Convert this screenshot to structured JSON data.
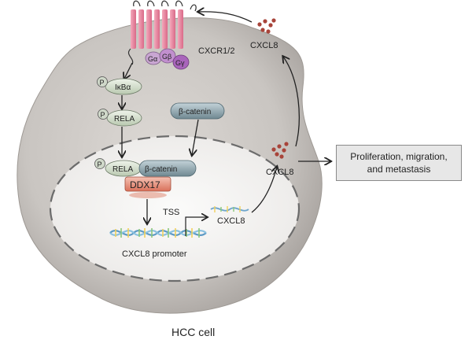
{
  "labels": {
    "receptor": "CXCR1/2",
    "g_alpha": "Gα",
    "g_beta": "Gβ",
    "g_gamma": "Gγ",
    "ikba": "IκBα",
    "rela": "RELA",
    "rela_nuclear": "RELA",
    "b_catenin": "β-catenin",
    "b_catenin_nuclear": "β-catenin",
    "ddx17": "DDX17",
    "tss": "TSS",
    "cxcl8_transcript": "CXCL8",
    "promoter": "CXCL8 promoter",
    "cxcl8_secreted": "CXCL8",
    "cxcl8_extracellular": "CXCL8",
    "phospho": "P"
  },
  "outcome": {
    "line1": "Proliferation, migration,",
    "line2": "and metastasis"
  },
  "cell_label": "HCC cell",
  "colors": {
    "cell_fill": "#c9c5c1",
    "nucleus_fill": "#f4f3f2",
    "receptor": "#e8809b",
    "g_alpha": "#c9a6d2",
    "g_beta": "#c18fce",
    "g_gamma": "#a965bb",
    "pathway_oval": "#cfdcc8",
    "b_catenin": "#8aa0a8",
    "ddx17": "#e58a73",
    "cxcl8_dot": "#a8443a",
    "dna": "#7eb6d8"
  }
}
